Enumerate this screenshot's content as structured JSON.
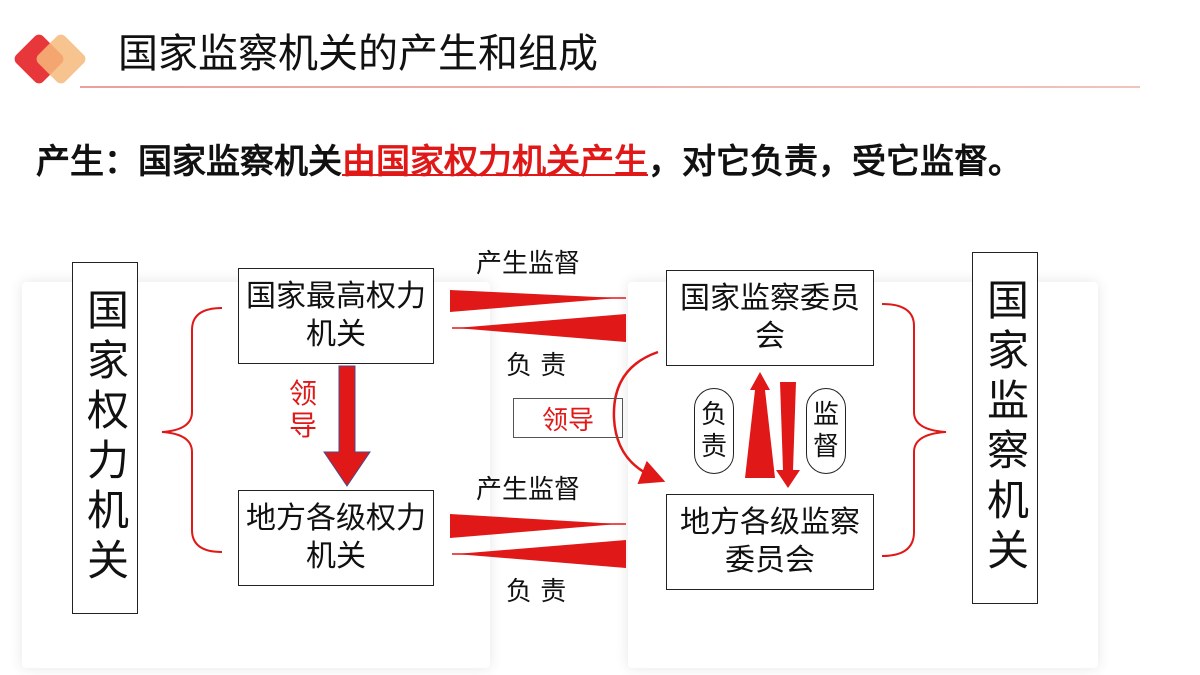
{
  "header": {
    "title": "国家监察机关的产生和组成"
  },
  "intro": {
    "prefix": "产生：国家监察机关",
    "highlight": "由国家权力机关产生",
    "suffix": "，对它负责，受它监督。"
  },
  "diagram": {
    "left_column": "国家权力机关",
    "right_column": "国家监察机关",
    "national_power": "国家最高权力机关",
    "local_power": "地方各级权力机关",
    "national_supervision": "国家监察委员会",
    "local_supervision": "地方各级监察委员会",
    "top_forward_label": "产生监督",
    "top_back_label": "负 责",
    "bottom_forward_label": "产生监督",
    "bottom_back_label": "负 责",
    "power_lead_label": "领导",
    "supervision_lead_label": "领导",
    "up_pill_label": "负责",
    "down_pill_label": "监督"
  },
  "colors": {
    "accent_red": "#e01818",
    "logo_red": "#e8373a",
    "logo_orange": "#f6b87a"
  }
}
